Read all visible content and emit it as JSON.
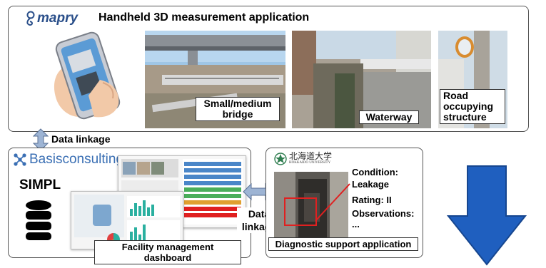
{
  "top_panel": {
    "logo": "mapry",
    "title": "Handheld 3D measurement application",
    "photos": [
      {
        "caption": "Small/medium bridge"
      },
      {
        "caption": "Waterway"
      },
      {
        "caption": "Road occupying structure"
      }
    ]
  },
  "link_top": {
    "label": "Data linkage"
  },
  "left_panel": {
    "logo": "Basisconsulting",
    "product": "SIMPL",
    "caption": "Facility management dashboard"
  },
  "link_mid": {
    "label": "Data linkage"
  },
  "right_panel": {
    "logo_jp": "北海道大学",
    "logo_en": "HOKKAIDO UNIVERSITY",
    "condition_label": "Condition:",
    "condition_value": "Leakage",
    "rating": "Rating: II",
    "observations_label": "Observations:",
    "observations_value": "...",
    "caption": "Diagnostic support application"
  },
  "colors": {
    "arrow_blue": "#1f5fbf",
    "link_arrow": "#9db4d4",
    "accent_red": "#e02020"
  }
}
